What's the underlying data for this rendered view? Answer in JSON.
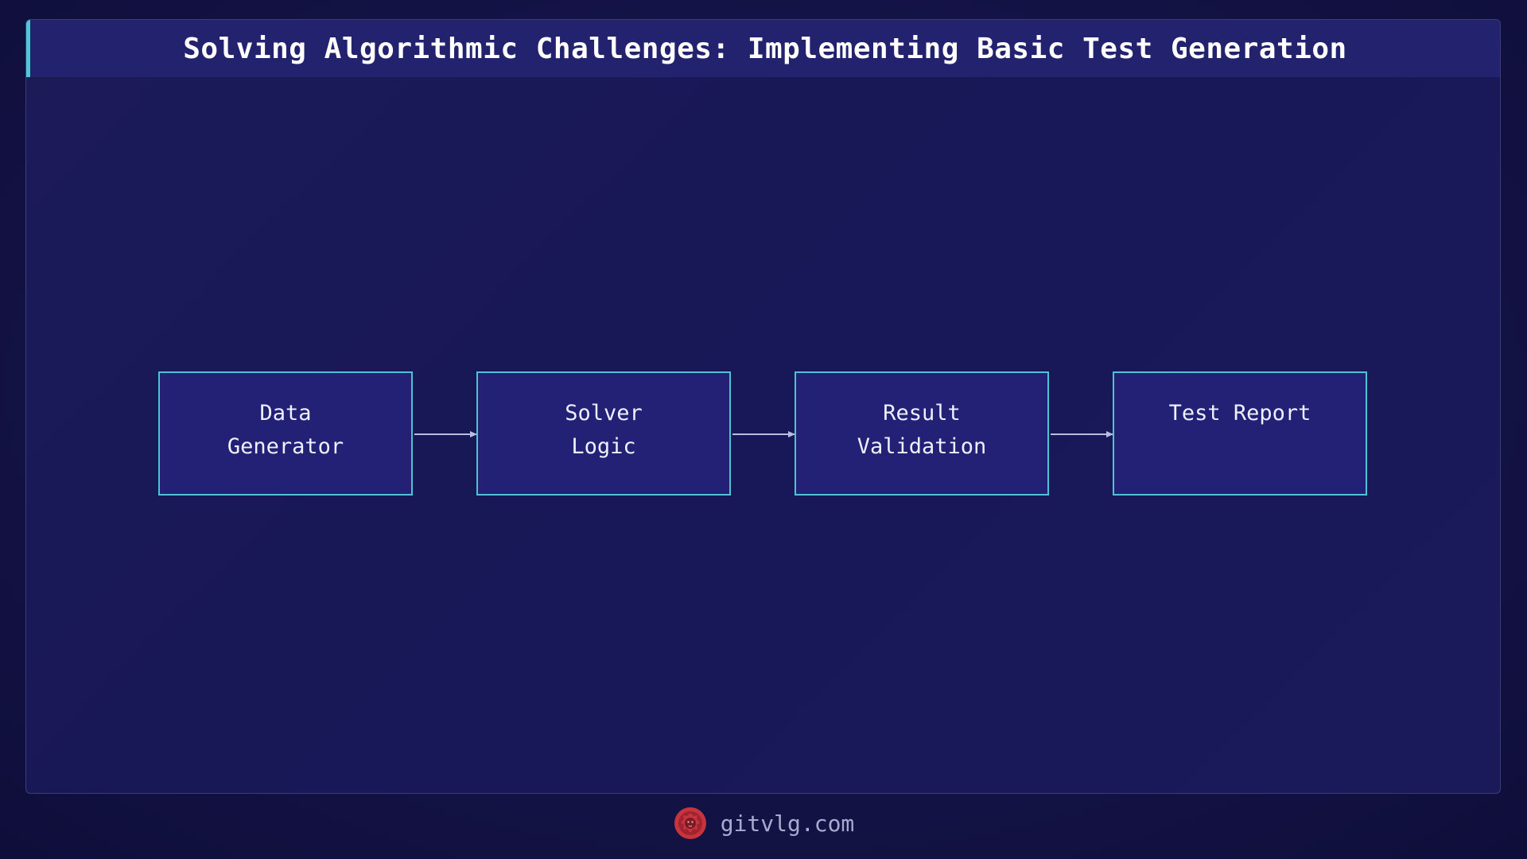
{
  "title": "Solving Algorithmic Challenges: Implementing Basic Test Generation",
  "nodes": [
    {
      "label": "Data\nGenerator"
    },
    {
      "label": "Solver\nLogic"
    },
    {
      "label": "Result\nValidation"
    },
    {
      "label": "Test Report"
    }
  ],
  "footer": {
    "site": "gitvlg.com",
    "logo_icon": "lion-logo-icon"
  },
  "colors": {
    "background": "#141347",
    "title_bar": "#23226f",
    "accent": "#4fc9d6",
    "node_fill": "#222175",
    "node_border": "#4fc3d4",
    "arrow": "#b8bde0",
    "logo": "#c8343e"
  }
}
